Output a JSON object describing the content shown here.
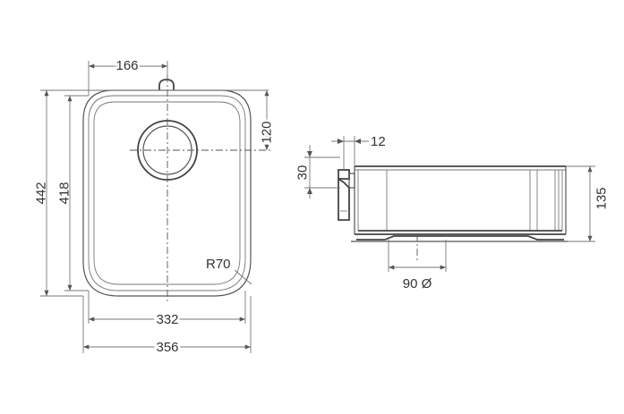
{
  "top_view": {
    "width_outer": "356",
    "width_inner": "332",
    "depth_outer": "442",
    "depth_inner": "418",
    "drain_offset_x": "166",
    "drain_offset_y": "120",
    "corner_radius": "R70"
  },
  "side_view": {
    "height": "135",
    "flange_thickness": "12",
    "overflow_height": "30",
    "drain_diameter": "90 Ø"
  },
  "colors": {
    "line": "#555555",
    "text": "#333333",
    "background": "#ffffff"
  }
}
